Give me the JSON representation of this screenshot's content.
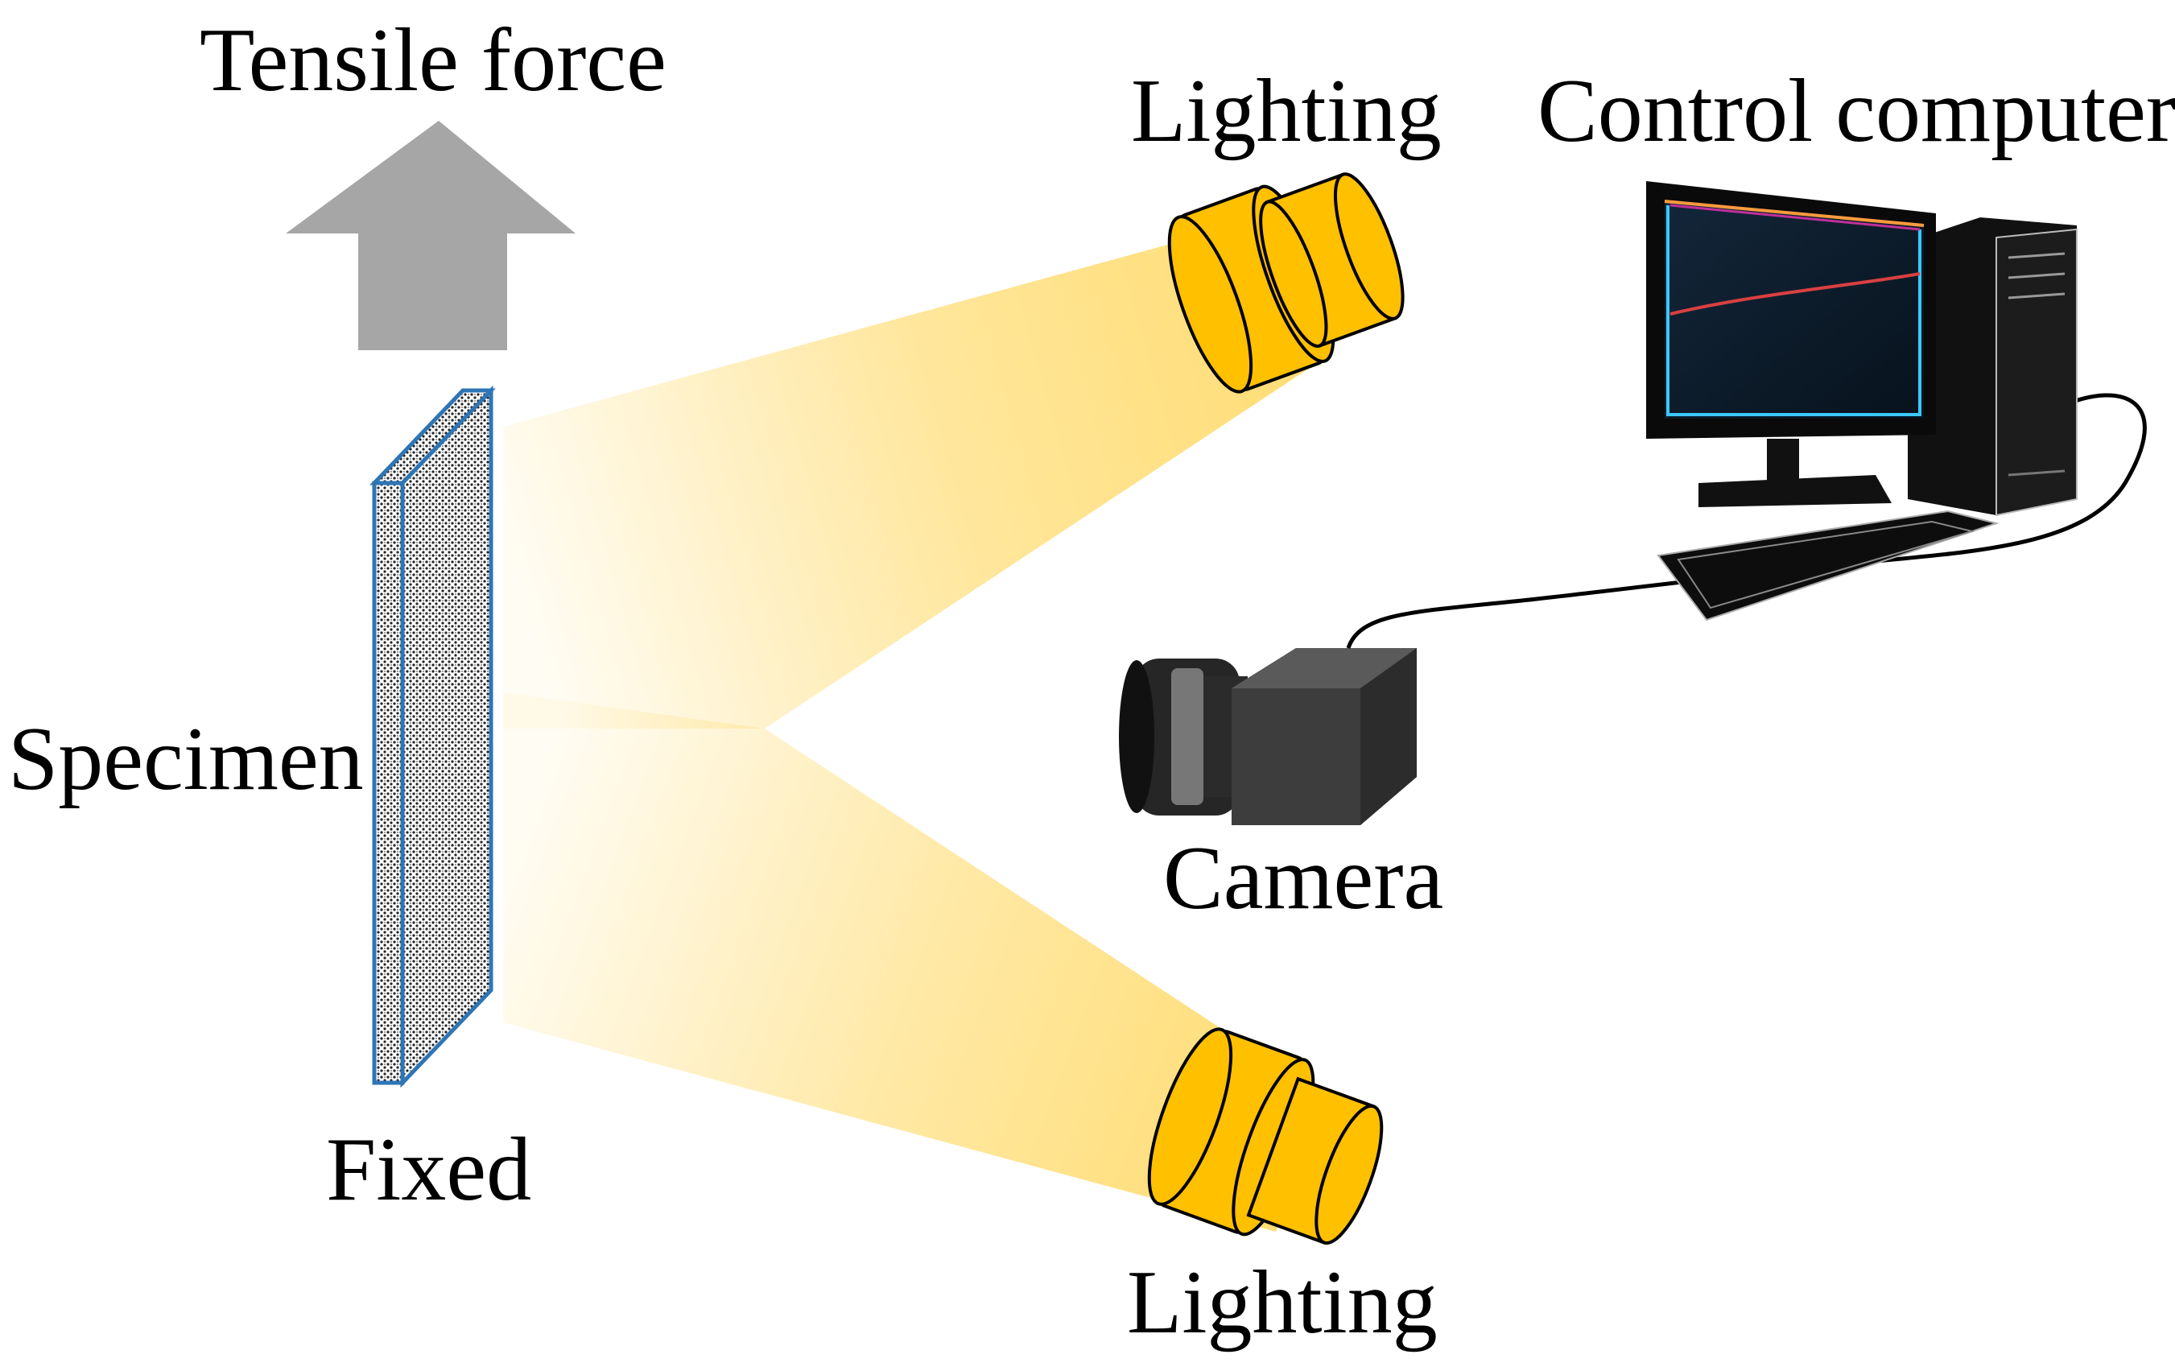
{
  "labels": {
    "tensile_force": "Tensile force",
    "lighting_top": "Lighting",
    "control_computer": "Control computer",
    "specimen": "Specimen",
    "camera": "Camera",
    "fixed": "Fixed",
    "lighting_bottom": "Lighting"
  },
  "colors": {
    "arrow": "#a6a6a6",
    "light_body": "#ffc000",
    "light_outline": "#000000",
    "beam": "#ffd966",
    "specimen_edge": "#2e75b6",
    "camera_body": "#3a3a3a",
    "monitor_screen": "#0b1a26",
    "computer_body": "#111111"
  },
  "icons": {
    "force_arrow": "up-arrow-icon",
    "lamp": "spotlight-icon",
    "camera": "camera-icon",
    "computer": "desktop-computer-icon"
  }
}
